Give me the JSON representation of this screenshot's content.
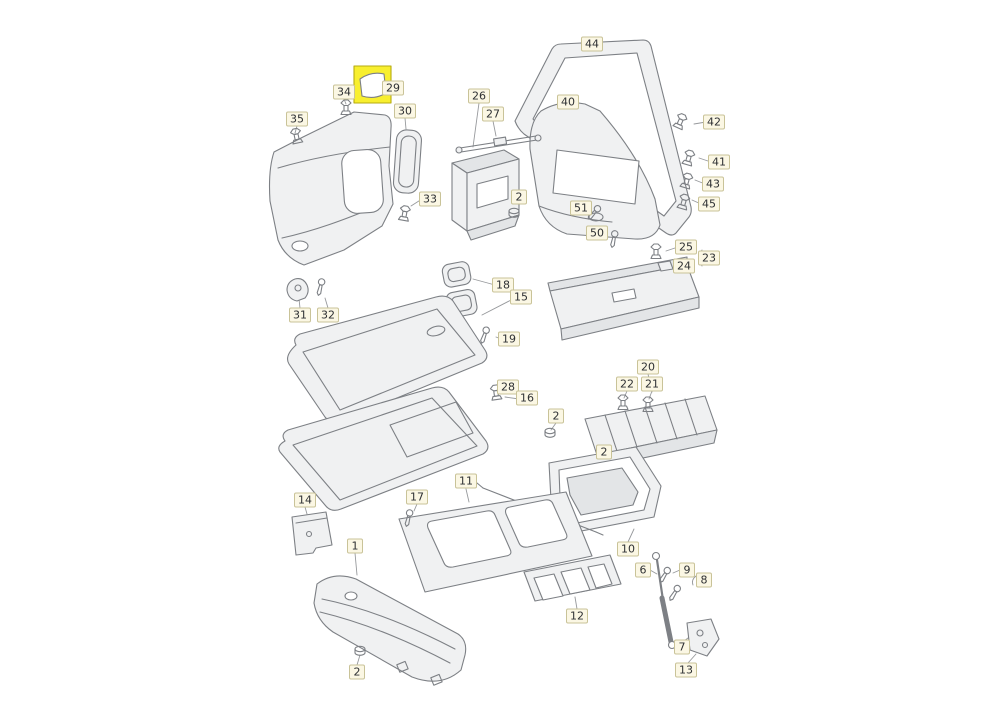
{
  "diagram": {
    "kind": "exploded-parts-diagram",
    "highlighted_callout": "29",
    "colors": {
      "highlight": "#f8ef2f",
      "line": "#7d8085",
      "background": "#ffffff"
    },
    "callouts": [
      {
        "id": "44",
        "label": "44"
      },
      {
        "id": "42",
        "label": "42"
      },
      {
        "id": "41",
        "label": "41"
      },
      {
        "id": "43",
        "label": "43"
      },
      {
        "id": "45",
        "label": "45"
      },
      {
        "id": "40",
        "label": "40"
      },
      {
        "id": "34",
        "label": "34"
      },
      {
        "id": "29",
        "label": "29"
      },
      {
        "id": "35",
        "label": "35"
      },
      {
        "id": "30",
        "label": "30"
      },
      {
        "id": "26",
        "label": "26"
      },
      {
        "id": "27",
        "label": "27"
      },
      {
        "id": "33",
        "label": "33"
      },
      {
        "id": "2a",
        "label": "2"
      },
      {
        "id": "51",
        "label": "51"
      },
      {
        "id": "50",
        "label": "50"
      },
      {
        "id": "25",
        "label": "25"
      },
      {
        "id": "24",
        "label": "24"
      },
      {
        "id": "23",
        "label": "23"
      },
      {
        "id": "31",
        "label": "31"
      },
      {
        "id": "32",
        "label": "32"
      },
      {
        "id": "18",
        "label": "18"
      },
      {
        "id": "15",
        "label": "15"
      },
      {
        "id": "19",
        "label": "19"
      },
      {
        "id": "28",
        "label": "28"
      },
      {
        "id": "16",
        "label": "16"
      },
      {
        "id": "20",
        "label": "20"
      },
      {
        "id": "22",
        "label": "22"
      },
      {
        "id": "21",
        "label": "21"
      },
      {
        "id": "2b",
        "label": "2"
      },
      {
        "id": "2c",
        "label": "2"
      },
      {
        "id": "14",
        "label": "14"
      },
      {
        "id": "17",
        "label": "17"
      },
      {
        "id": "11",
        "label": "11"
      },
      {
        "id": "10",
        "label": "10"
      },
      {
        "id": "6",
        "label": "6"
      },
      {
        "id": "9",
        "label": "9"
      },
      {
        "id": "8",
        "label": "8"
      },
      {
        "id": "1",
        "label": "1"
      },
      {
        "id": "12",
        "label": "12"
      },
      {
        "id": "2d",
        "label": "2"
      },
      {
        "id": "7",
        "label": "7"
      },
      {
        "id": "13",
        "label": "13"
      }
    ]
  }
}
